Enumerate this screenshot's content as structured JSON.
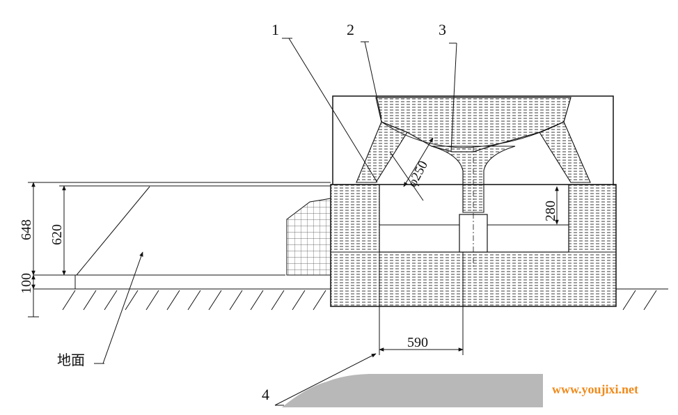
{
  "labels": {
    "part1": "1",
    "part2": "2",
    "part3": "3",
    "part4": "4",
    "ground": "地面"
  },
  "dimensions": {
    "dim_648": "648",
    "dim_620": "620",
    "dim_100": "100",
    "dim_280": "280",
    "dim_590": "590",
    "dim_phi250": "φ250"
  },
  "watermark": {
    "text": "www.youjixi.net",
    "color": "#f08a1a"
  },
  "colors": {
    "line": "#111111",
    "silhouette": "#b8b8b8"
  }
}
